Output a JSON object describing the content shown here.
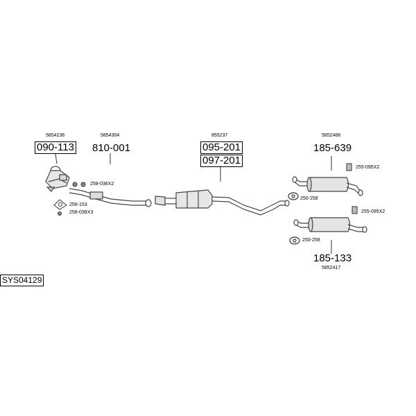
{
  "system_code": "SYS04129",
  "groups": {
    "manifold": {
      "oe_number": "5854236",
      "part_number": "090-113"
    },
    "front_pipe": {
      "oe_number": "5854304",
      "part_number": "810-001"
    },
    "middle": {
      "oe_number": "855237",
      "part_numbers": [
        "095-201",
        "097-201"
      ]
    },
    "rear_top": {
      "oe_number": "5852466",
      "part_number": "185-639"
    },
    "rear_bottom": {
      "oe_number": "5852417",
      "part_number": "185-133"
    }
  },
  "fittings": {
    "clamp_front": "258-038X2",
    "gasket_front": "256-153",
    "clamp_gasket": "258-038X3",
    "rubber_top": "250-258",
    "bracket_top": "255-095X2",
    "bracket_bottom": "255-095X2",
    "rubber_bottom": "250-258"
  }
}
